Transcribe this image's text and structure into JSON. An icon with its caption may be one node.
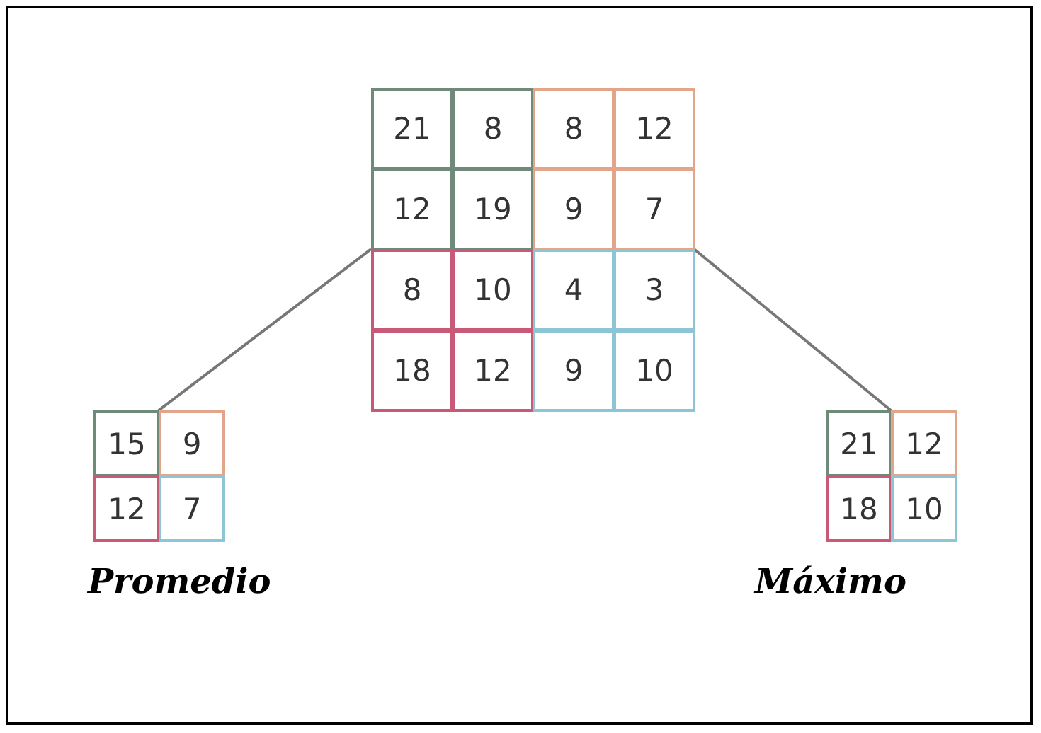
{
  "diagram": {
    "nodes": [
      {
        "text": [
          "21",
          "8",
          "8",
          "12",
          "12",
          "19",
          "9",
          "7",
          "8",
          "10",
          "4",
          "3",
          "18",
          "12",
          "9",
          "10"
        ]
      },
      {
        "text": [
          "15",
          "9",
          "12",
          "7"
        ],
        "beside": [
          "Promedio"
        ]
      },
      {
        "text": [
          "21",
          "12",
          "18",
          "10"
        ],
        "beside": [
          "Máximo"
        ]
      }
    ],
    "edges": [
      {
        "from": 0,
        "to": 1,
        "arrow": "none"
      },
      {
        "from": 0,
        "to": 2,
        "arrow": "none"
      }
    ]
  }
}
